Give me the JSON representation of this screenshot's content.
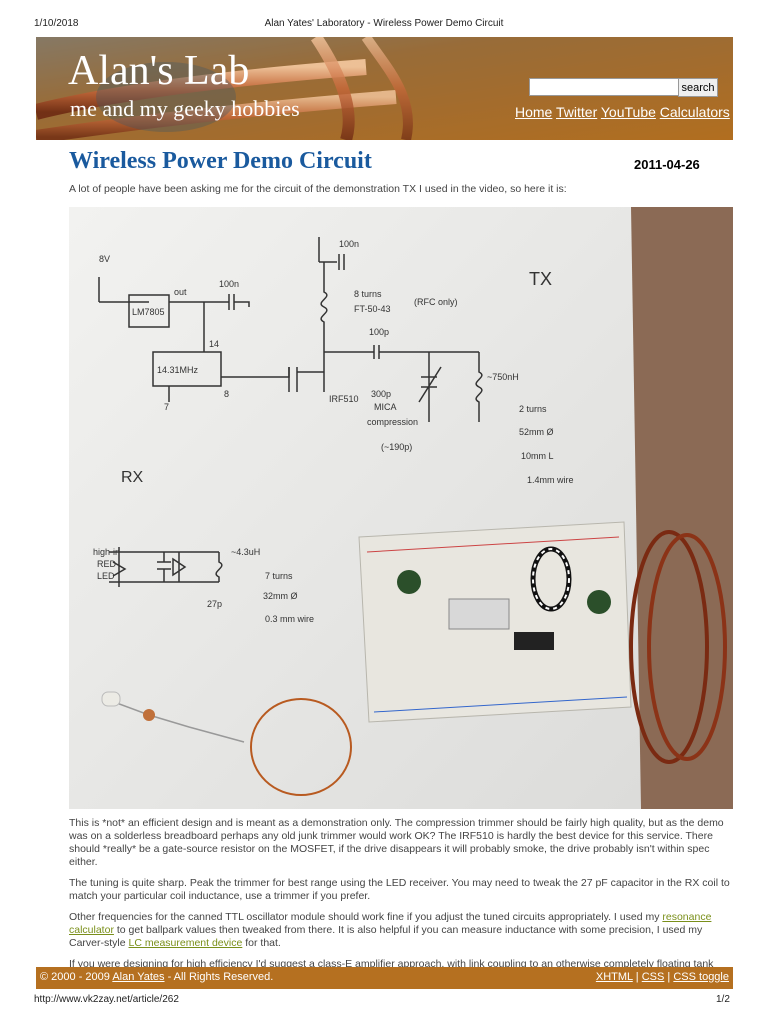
{
  "print_header": {
    "date": "1/10/2018",
    "title": "Alan Yates' Laboratory - Wireless Power Demo Circuit"
  },
  "banner": {
    "site_title": "Alan's Lab",
    "tagline": "me and my geeky hobbies",
    "search_value": "",
    "search_button": "search",
    "nav": [
      "Home",
      "Twitter",
      "YouTube",
      "Calculators"
    ]
  },
  "article": {
    "title": "Wireless Power Demo Circuit",
    "date": "2011-04-26",
    "intro": "A lot of people have been asking me for the circuit of the demonstration TX I used in the video, so here it is:",
    "schematic": {
      "labels": [
        "8V",
        "LM7805",
        "out",
        "100n",
        "14.31MHz",
        "14",
        "7",
        "8",
        "100n",
        "8 turns",
        "FT-50-43",
        "(RFC only)",
        "TX",
        "100p",
        "IRF510",
        "300p",
        "MICA",
        "compression",
        "(~190p)",
        "~750nH",
        "2 turns",
        "52mm Ø",
        "10mm L",
        "1.4mm wire",
        "RX",
        "high-in",
        "RED",
        "LED",
        "~4.3uH",
        "7 turns",
        "32mm Ø",
        "0.3 mm wire",
        "27p"
      ]
    },
    "p1": "This is *not* an efficient design and is meant as a demonstration only. The compression trimmer should be fairly high quality, but as the demo was on a solderless breadboard perhaps any old junk trimmer would work OK? The IRF510 is hardly the best device for this service. There should *really* be a gate-source resistor on the MOSFET, if the drive disappears it will probably smoke, the drive probably isn't within spec either.",
    "p2": "The tuning is quite sharp. Peak the trimmer for best range using the LED receiver. You may need to tweak the 27 pF capacitor in the RX coil to match your particular coil inductance, use a trimmer if you prefer.",
    "p3_a": "Other frequencies for the canned TTL oscillator module should work fine if you adjust the tuned circuits appropriately. I used my ",
    "p3_link1": "resonance calculator",
    "p3_b": " to get ballpark values then tweaked from there. It is also helpful if you can measure inductance with some precision, I used my Carver-style ",
    "p3_link2": "LC measurement device",
    "p3_c": " for that.",
    "p4": "If you were designing for high efficiency I'd suggest a class-E amplifier approach, with link coupling to an otherwise completely floating tank circuit. The link winding size/angle could be adjusted WRT the tank to adjust the coupling to optimise matching for"
  },
  "footer": {
    "copyright_a": "© 2000 - 2009 ",
    "author": "Alan Yates",
    "copyright_b": " - All Rights Reserved.",
    "xhtml": "XHTML",
    "sep": " | ",
    "css": "CSS",
    "css_toggle": "CSS toggle"
  },
  "print_footer": {
    "url": "http://www.vk2zay.net/article/262",
    "page": "1/2"
  }
}
